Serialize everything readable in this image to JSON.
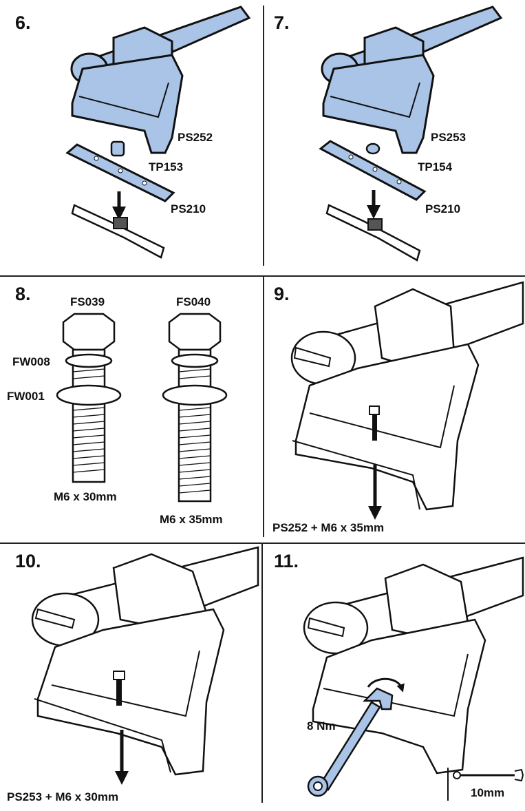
{
  "steps": {
    "s6": {
      "number": "6.",
      "parts": [
        "PS252",
        "TP153",
        "PS210"
      ]
    },
    "s7": {
      "number": "7.",
      "parts": [
        "PS253",
        "TP154",
        "PS210"
      ]
    },
    "s8": {
      "number": "8.",
      "bolt_a": "FS039",
      "bolt_b": "FS040",
      "washer_small": "FW008",
      "washer_large": "FW001",
      "size_a": "M6 x 30mm",
      "size_b": "M6 x 35mm"
    },
    "s9": {
      "number": "9.",
      "caption": "PS252 + M6 x 35mm"
    },
    "s10": {
      "number": "10.",
      "caption": "PS253 + M6 x 30mm"
    },
    "s11": {
      "number": "11.",
      "torque": "8 Nm",
      "tool": "10mm"
    }
  },
  "colors": {
    "part_fill": "#a9c4e6",
    "ink": "#111111",
    "paper": "#ffffff"
  },
  "icons": [
    "roof-bar",
    "foot-pack",
    "adapter-plate",
    "spacer",
    "strap-clamp",
    "bolt",
    "washer",
    "arrow-down",
    "spanner",
    "rotation-arrow"
  ]
}
